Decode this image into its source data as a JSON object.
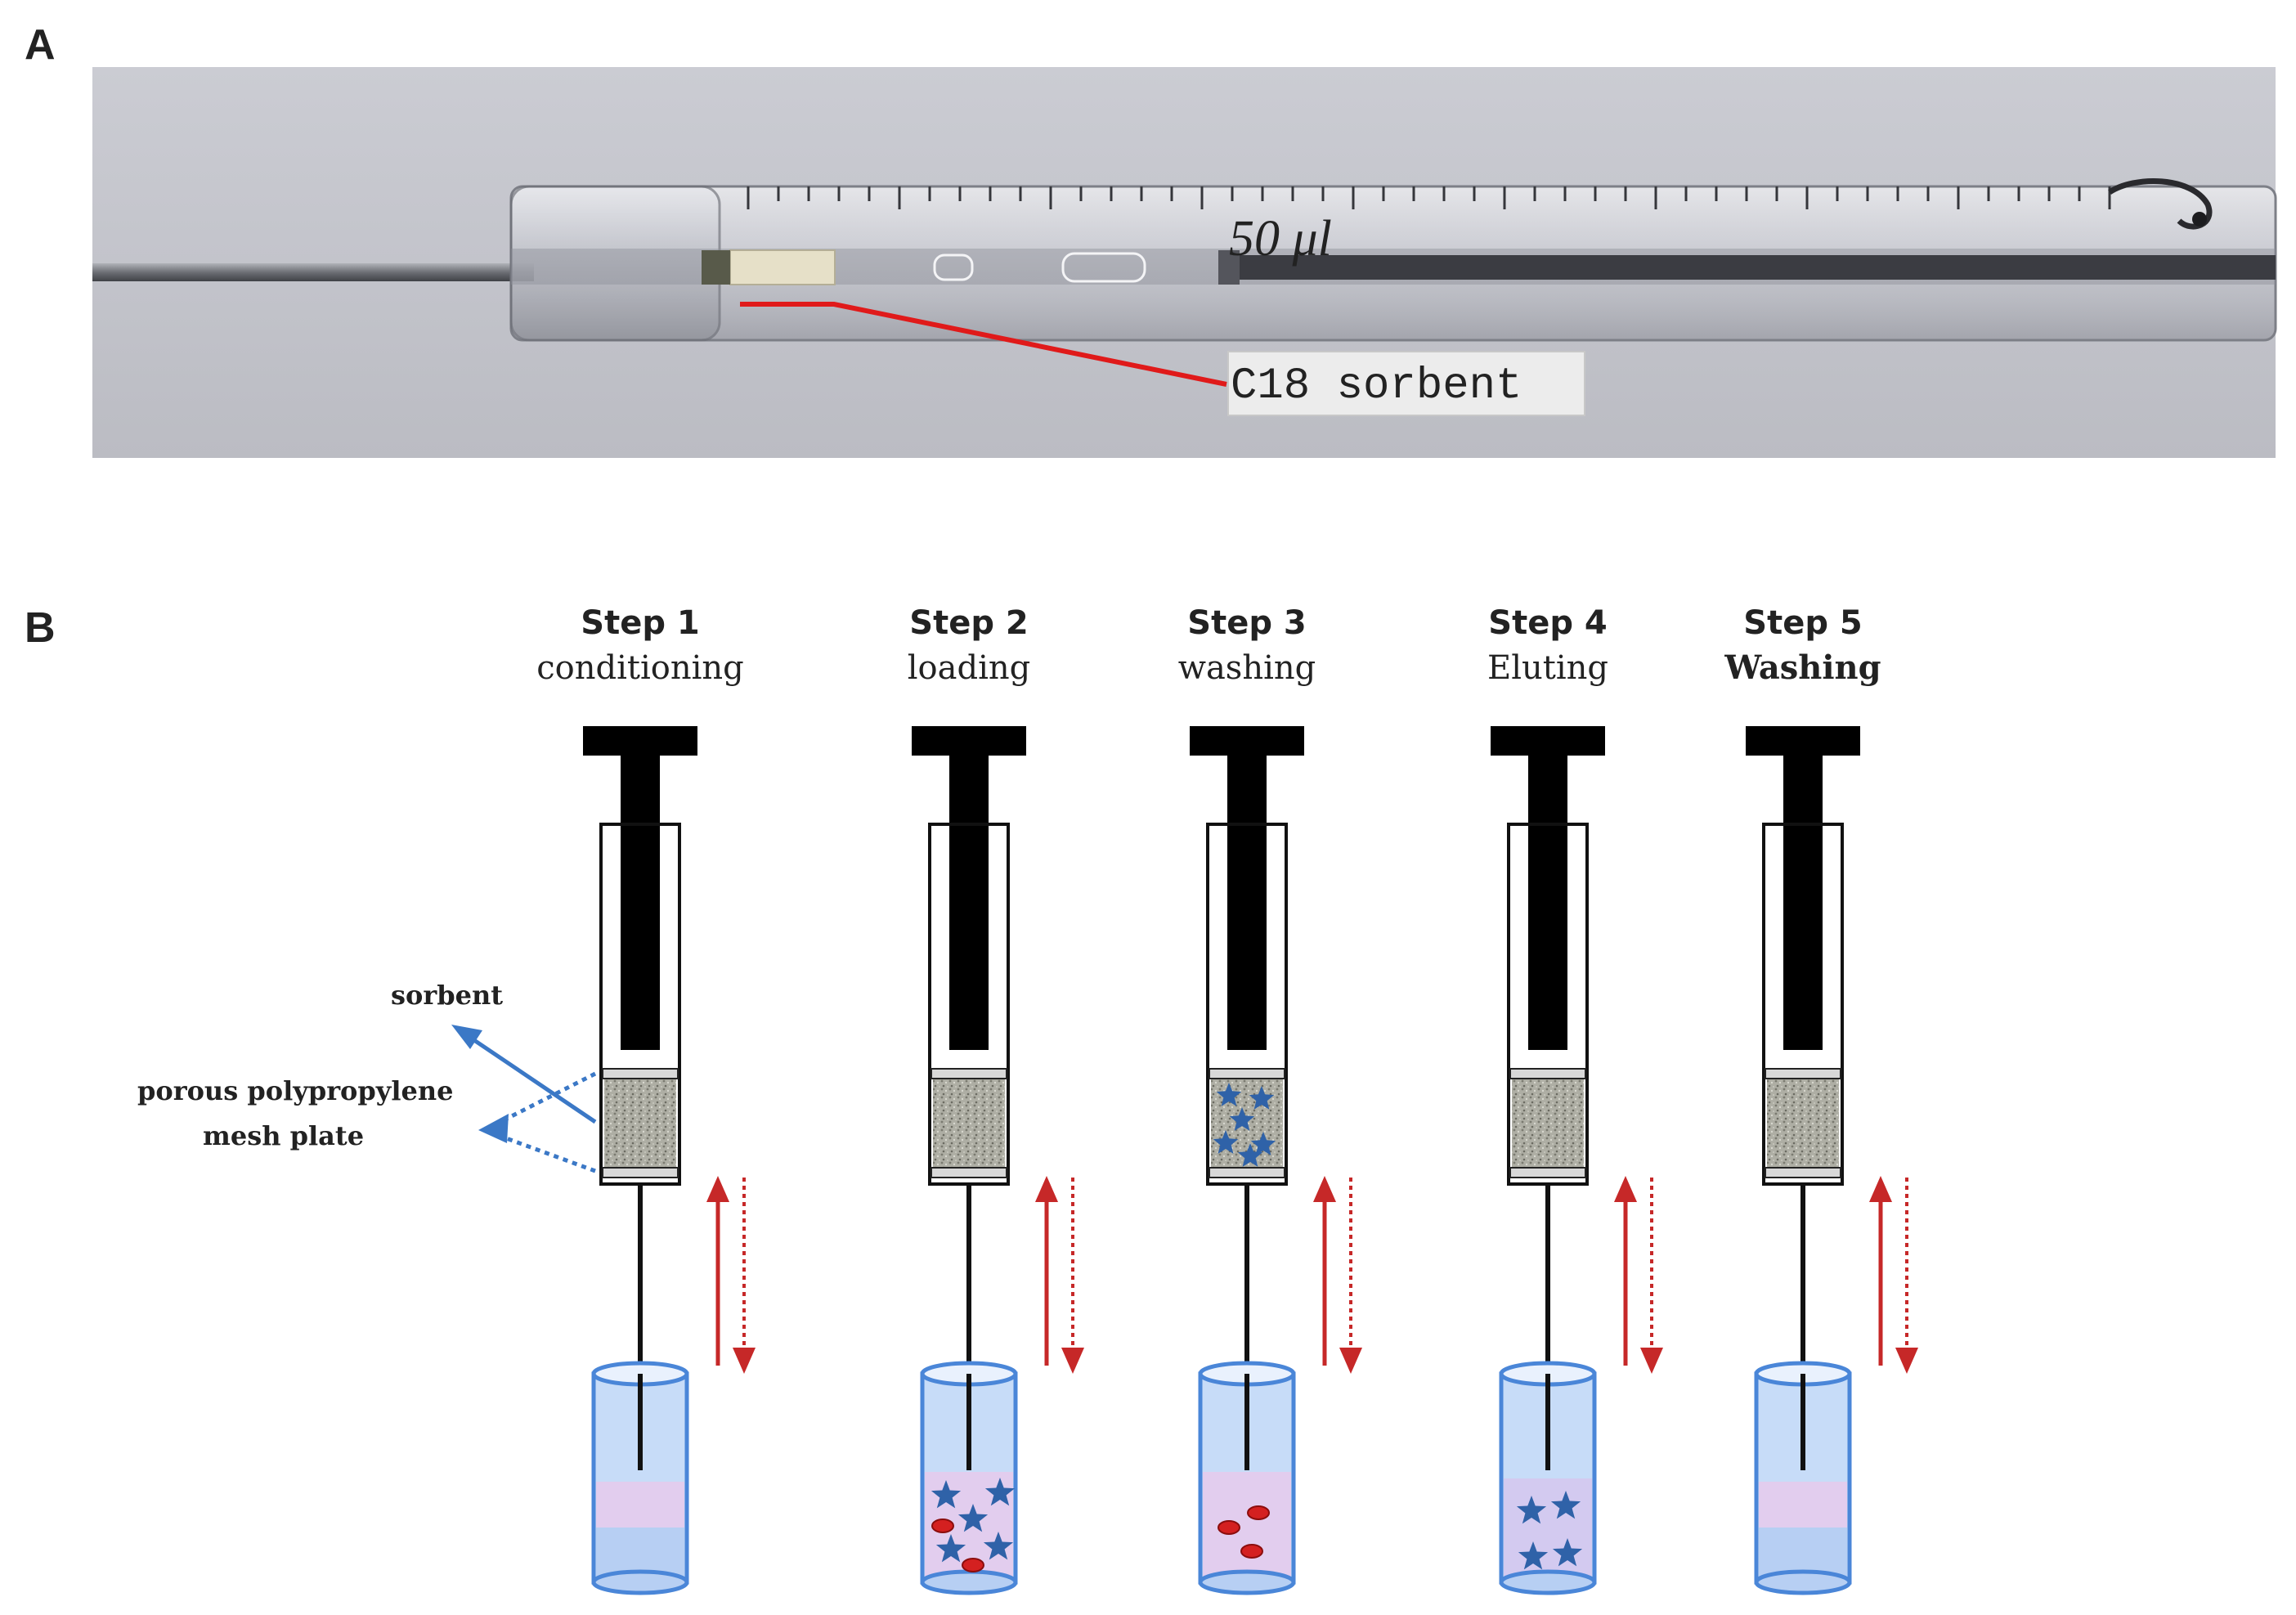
{
  "panels": {
    "a_label": "A",
    "b_label": "B"
  },
  "photo": {
    "volume_label": "50 μl",
    "sorbent_label": "C18 sorbent"
  },
  "legend": {
    "sorbent": "sorbent",
    "mesh_line1": "porous polypropylene",
    "mesh_line2": "mesh plate"
  },
  "steps": [
    {
      "title": "Step 1",
      "subtitle": "conditioning"
    },
    {
      "title": "Step 2",
      "subtitle": "loading"
    },
    {
      "title": "Step 3",
      "subtitle": "washing"
    },
    {
      "title": "Step 4",
      "subtitle": "Eluting"
    },
    {
      "title": "Step 5",
      "subtitle": "Washing"
    }
  ],
  "colors": {
    "plunger": "#000000",
    "vial_fill": "#c7dcf8",
    "vial_stroke": "#4a86d8",
    "liquid_pink": "#e2cdee",
    "liquid_blue": "#b7cff3",
    "star": "#2f62a8",
    "oval": "#d42020",
    "arrow_red": "#c62828",
    "leader_blue": "#3b78c6",
    "photo_leader": "#e01a1a"
  }
}
